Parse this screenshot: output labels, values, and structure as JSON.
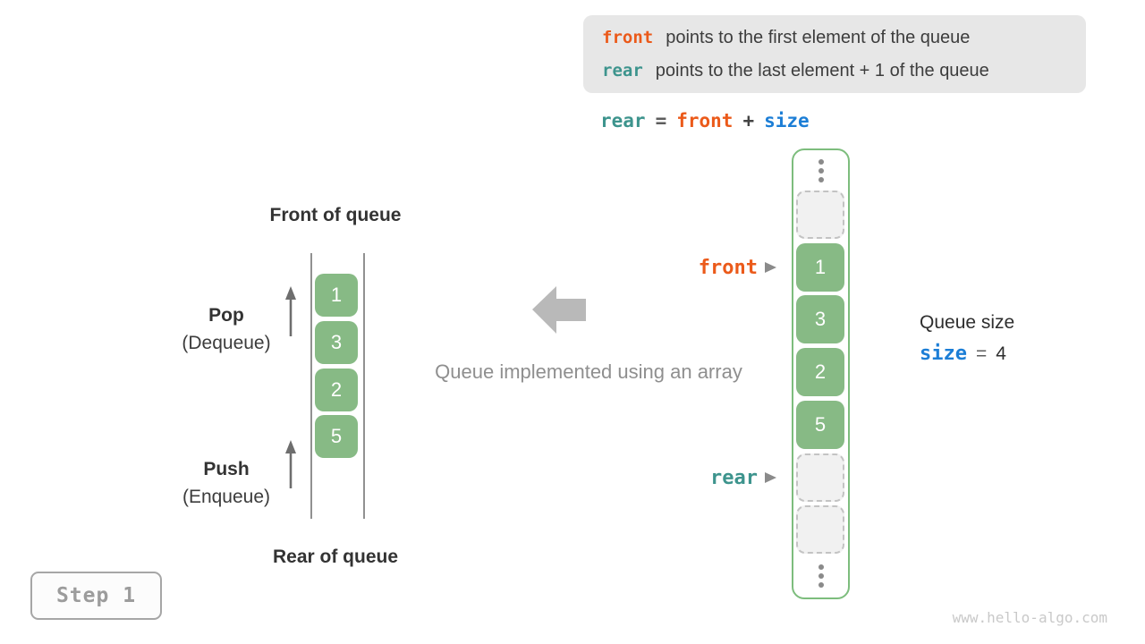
{
  "colors": {
    "orange": "#eb5a1a",
    "teal": "#3d948d",
    "blue": "#1c7ed6",
    "cell_green": "#87ba85",
    "array_border_green": "#7dbd7d",
    "legend_bg": "#e7e7e7",
    "gray_text": "#8f8f8f",
    "arrow_gray": "#b9b9b9"
  },
  "legend": {
    "lines": [
      {
        "code": "front",
        "color": "orange",
        "text": "points to the first element of the queue"
      },
      {
        "code": "rear",
        "color": "teal",
        "text": "points to the last element + 1 of the queue"
      }
    ]
  },
  "formula": {
    "parts": [
      {
        "text": "rear",
        "color": "teal"
      },
      {
        "text": "=",
        "color": "mid"
      },
      {
        "text": "front",
        "color": "orange"
      },
      {
        "text": "+",
        "color": "dark"
      },
      {
        "text": "size",
        "color": "blue"
      }
    ]
  },
  "left_queue": {
    "front_label": "Front of queue",
    "rear_label": "Rear of queue",
    "pop_title": "Pop",
    "pop_subtitle": "(Dequeue)",
    "push_title": "Push",
    "push_subtitle": "(Enqueue)",
    "cells": [
      "1",
      "3",
      "2",
      "5"
    ]
  },
  "center": {
    "caption": "Queue implemented using an array",
    "arrow_icon": "left-block-arrow"
  },
  "right_queue": {
    "front_pointer": "front",
    "rear_pointer": "rear",
    "cells": [
      {
        "type": "ellipsis"
      },
      {
        "type": "empty"
      },
      {
        "type": "value",
        "value": "1",
        "pointer": "front"
      },
      {
        "type": "value",
        "value": "3"
      },
      {
        "type": "value",
        "value": "2"
      },
      {
        "type": "value",
        "value": "5"
      },
      {
        "type": "empty",
        "pointer": "rear"
      },
      {
        "type": "empty"
      },
      {
        "type": "ellipsis"
      }
    ]
  },
  "size_panel": {
    "label": "Queue size",
    "var": "size",
    "equals": "=",
    "value": "4"
  },
  "step_badge": {
    "label": "Step 1"
  },
  "watermark": "www.hello-algo.com"
}
